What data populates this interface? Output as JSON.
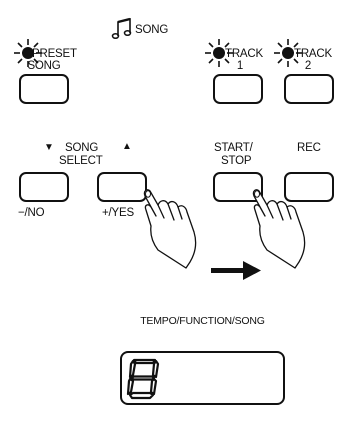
{
  "song_header": {
    "note_icon": "music-note-icon",
    "label": "SONG"
  },
  "preset_song": {
    "line1": "PRESET",
    "line2": "SONG"
  },
  "track1": {
    "line1": "TRACK",
    "line2": "1"
  },
  "track2": {
    "line1": "TRACK",
    "line2": "2"
  },
  "song_select": {
    "title": "SONG",
    "subtitle": "SELECT",
    "down_icon": "triangle-down-icon",
    "up_icon": "triangle-up-icon",
    "minus_label": "−/NO",
    "plus_label": "+/YES"
  },
  "start_stop": {
    "line1": "START/",
    "line2": "STOP"
  },
  "rec": {
    "label": "REC"
  },
  "tempo_label": "TEMPO/FUNCTION/SONG",
  "display": {
    "digit": "8"
  },
  "icons": [
    "lamp-icon",
    "hand-pointer-icon",
    "arrow-right-icon"
  ]
}
